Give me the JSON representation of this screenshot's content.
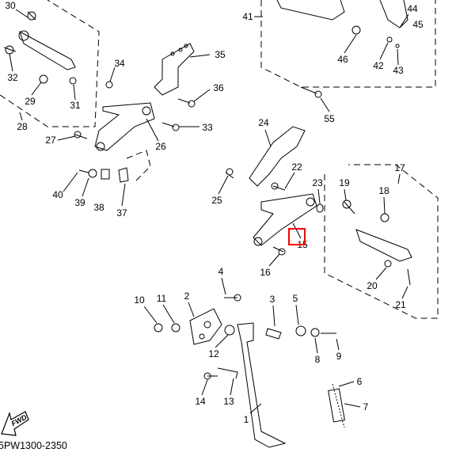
{
  "diagram": {
    "part_code": "5PW1300-2350",
    "fwd_label": "FWD",
    "highlight_color": "#ff0000",
    "callouts": [
      "1",
      "2",
      "3",
      "4",
      "5",
      "6",
      "7",
      "8",
      "9",
      "10",
      "11",
      "12",
      "13",
      "14",
      "15",
      "16",
      "17",
      "18",
      "19",
      "20",
      "21",
      "22",
      "23",
      "24",
      "25",
      "26",
      "27",
      "28",
      "29",
      "30",
      "31",
      "32",
      "33",
      "34",
      "35",
      "36",
      "37",
      "38",
      "39",
      "40",
      "41",
      "42",
      "43",
      "44",
      "45",
      "46",
      "55"
    ]
  }
}
